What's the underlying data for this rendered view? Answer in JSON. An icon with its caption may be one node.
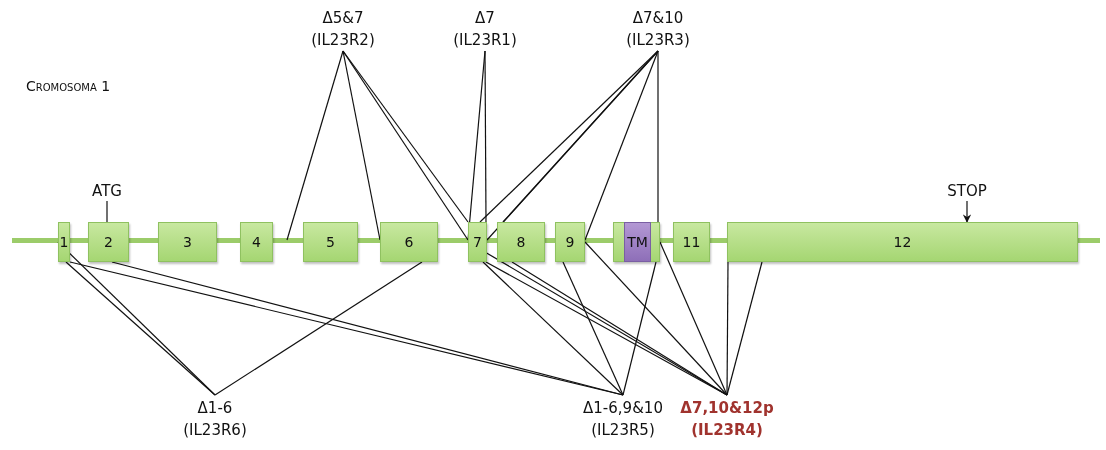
{
  "diagram": {
    "nodes": [
      {
        "text": [
          "Δ5&7",
          "(IL23R2)"
        ]
      },
      {
        "text": [
          "Δ7",
          "(IL23R1)"
        ]
      },
      {
        "text": [
          "Δ7&10",
          "(IL23R3)"
        ]
      },
      {
        "text": [
          "ATG"
        ]
      },
      {
        "text": [
          "STOP"
        ]
      },
      {
        "text": [
          "1"
        ]
      },
      {
        "text": [
          "2"
        ]
      },
      {
        "text": [
          "3"
        ]
      },
      {
        "text": [
          "4"
        ]
      },
      {
        "text": [
          "5"
        ]
      },
      {
        "text": [
          "6"
        ]
      },
      {
        "text": [
          "7"
        ]
      },
      {
        "text": [
          "8"
        ]
      },
      {
        "text": [
          "9"
        ]
      },
      {
        "text": [],
        "shape": "box"
      },
      {
        "text": [
          "TM"
        ],
        "in": 14
      },
      {
        "text": [
          "11"
        ]
      },
      {
        "text": [
          "12"
        ]
      },
      {
        "text": [
          "Δ1-6",
          "(IL23R6)"
        ]
      },
      {
        "text": [
          "Δ1-6,9&10",
          "(IL23R5)"
        ]
      },
      {
        "text": [
          "Δ7,10&12p",
          "(IL23R4)"
        ]
      }
    ],
    "edges": [
      {
        "from": 0,
        "to": null,
        "arrow": "none"
      },
      {
        "from": 0,
        "to": 10,
        "arrow": "none"
      },
      {
        "from": 0,
        "to": 11,
        "arrow": "none"
      },
      {
        "from": 0,
        "to": 11,
        "arrow": "none"
      },
      {
        "from": 1,
        "to": 11,
        "arrow": "none"
      },
      {
        "from": 1,
        "to": 11,
        "arrow": "none"
      },
      {
        "from": 2,
        "to": 11,
        "arrow": "none"
      },
      {
        "from": 2,
        "to": 11,
        "arrow": "none"
      },
      {
        "from": 2,
        "to": 12,
        "arrow": "none"
      },
      {
        "from": 2,
        "to": 13,
        "arrow": "none"
      },
      {
        "from": 2,
        "to": 14,
        "arrow": "none"
      },
      {
        "from": 3,
        "to": 6,
        "arrow": "none"
      },
      {
        "from": 4,
        "to": 17,
        "arrow": "to"
      },
      {
        "from": 18,
        "to": 5,
        "arrow": "none"
      },
      {
        "from": 18,
        "to": 5,
        "arrow": "none"
      },
      {
        "from": 18,
        "to": 10,
        "arrow": "none"
      },
      {
        "from": 19,
        "to": 5,
        "arrow": "none"
      },
      {
        "from": 19,
        "to": 6,
        "arrow": "none"
      },
      {
        "from": 19,
        "to": 11,
        "arrow": "none"
      },
      {
        "from": 19,
        "to": 13,
        "arrow": "none"
      },
      {
        "from": 19,
        "to": 14,
        "arrow": "none"
      },
      {
        "from": 20,
        "to": 11,
        "arrow": "none"
      },
      {
        "from": 20,
        "to": 11,
        "arrow": "none"
      },
      {
        "from": 20,
        "to": 12,
        "arrow": "none"
      },
      {
        "from": 20,
        "to": 13,
        "arrow": "none"
      },
      {
        "from": 20,
        "to": 14,
        "arrow": "none"
      },
      {
        "from": 20,
        "to": 17,
        "arrow": "none"
      },
      {
        "from": 20,
        "to": 17,
        "arrow": "none"
      }
    ],
    "labels": [
      "Cromosoma 1"
    ]
  }
}
